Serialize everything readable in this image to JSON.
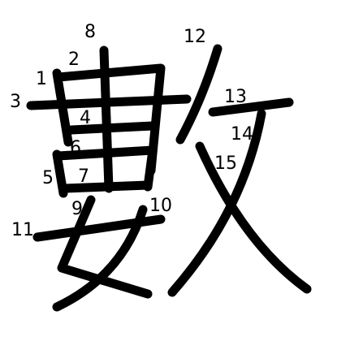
{
  "character": "數",
  "stroke_count": 15,
  "stroke_numbers": [
    "1",
    "2",
    "3",
    "4",
    "5",
    "6",
    "7",
    "8",
    "9",
    "10",
    "11",
    "12",
    "13",
    "14",
    "15"
  ],
  "colors": {
    "background": "#ffffff",
    "stroke": "#000000",
    "number": "#000000"
  }
}
